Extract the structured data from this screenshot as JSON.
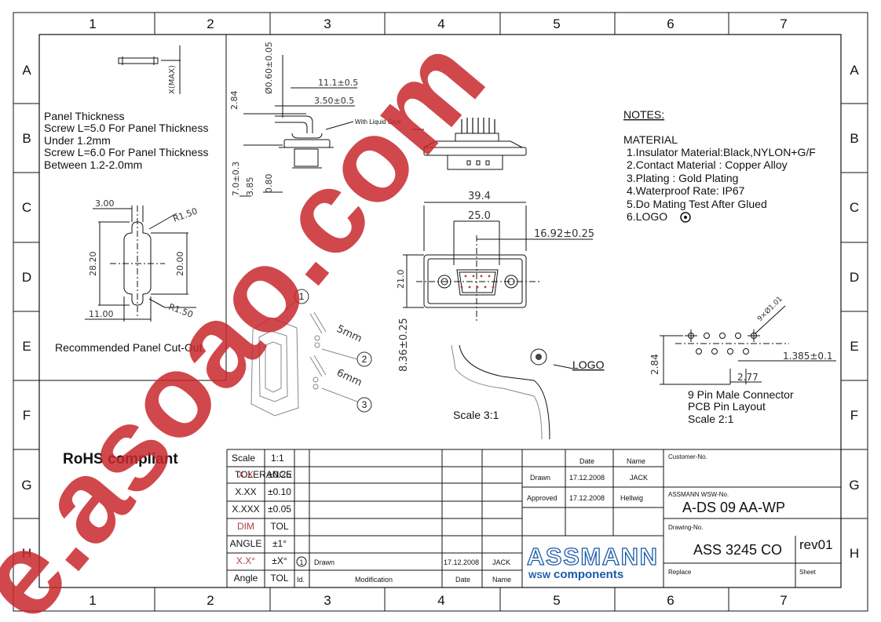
{
  "grid": {
    "columns": [
      "1",
      "2",
      "3",
      "4",
      "5",
      "6",
      "7"
    ],
    "rows": [
      "A",
      "B",
      "C",
      "D",
      "E",
      "F",
      "G",
      "H"
    ]
  },
  "panel_box": {
    "thickness_title": "Panel Thickness",
    "line1": "Screw L=5.0 For Panel Thickness",
    "line2": "Under 1.2mm",
    "line3": "Screw L=6.0 For Panel Thickness",
    "line4": "Between 1.2-2.0mm",
    "x_max": "X(MAX)",
    "cutout_title": "Recommended Panel Cut-Out",
    "dims": {
      "w300": "3.00",
      "r150a": "R1.50",
      "h2820": "28.20",
      "h2000": "20.00",
      "w1100": "11.00",
      "r150b": "R1.50"
    }
  },
  "side_view_dims": {
    "d060": "Ø0.60±0.05",
    "d284": "2.84",
    "d111": "11.1±0.5",
    "d350": "3.50±0.5",
    "d70": "7.0±0.3",
    "d385": "3.85",
    "d080": "0.80",
    "glue": "With Liquid Glue"
  },
  "front_view_dims": {
    "d394": "39.4",
    "d250": "25.0",
    "d1692": "16.92±0.25",
    "d210": "21.0",
    "d836": "8.36±0.25"
  },
  "iso_view": {
    "callout1": "1",
    "callout2": "2",
    "callout3": "3",
    "len5": "5mm",
    "len6": "6mm",
    "logo_label": "LOGO",
    "scale": "Scale 3:1"
  },
  "notes": {
    "title": "NOTES:",
    "material": "MATERIAL",
    "items": [
      "1.Insulator Material:Black,NYLON+G/F",
      "2.Contact  Material : Copper Alloy",
      "3.Plating : Gold Plating",
      "4.Waterproof Rate: IP67",
      "5.Do Mating Test After Glued",
      "6.LOGO"
    ]
  },
  "pin_layout": {
    "holes": "9×Ø1.01",
    "pitch": "1.385±0.1",
    "row_off": "2.77",
    "height": "2.84",
    "caption1": "9 Pin Male Connector",
    "caption2": "PCB     Pin Layout",
    "caption3": "Scale 2:1"
  },
  "rohs": "RoHS compliant",
  "title_block": {
    "scale_label": "Scale",
    "scale_value": "1:1",
    "tolerance": "TOLERANCE",
    "tol_rows": [
      {
        "k": "X.X",
        "v": "±0.25"
      },
      {
        "k": "X.XX",
        "v": "±0.10"
      },
      {
        "k": "X.XXX",
        "v": "±0.05"
      },
      {
        "k": "DIM",
        "v": "TOL"
      },
      {
        "k": "ANGLE",
        "v": "±1°"
      },
      {
        "k": "X.X°",
        "v": "±X°"
      },
      {
        "k": "Angle",
        "v": "TOL"
      }
    ],
    "rev_marker": "1",
    "rev_desc": "Drawn",
    "rev_date": "17.12.2008",
    "rev_name": "JACK",
    "col_id": "Id.",
    "col_mod": "Modification",
    "col_date": "Date",
    "col_name": "Name",
    "hdr_date": "Date",
    "hdr_name": "Name",
    "drawn_label": "Drawn",
    "drawn_date": "17.12.2008",
    "drawn_name": "JACK",
    "approved_label": "Approved",
    "approved_date": "17.12.2008",
    "approved_name": "Hellwig",
    "customer_no": "Customer-No.",
    "wsw_no_label": "ASSMANN WSW-No.",
    "wsw_no": "A-DS 09 AA-WP",
    "drawing_no_label": "Drawing-No.",
    "drawing_no": "ASS 3245 CO",
    "rev": "rev01",
    "replace": "Replace",
    "sheet": "Sheet",
    "logo_main": "ASSMANN",
    "logo_sub_left": "WSW",
    "logo_sub_right": "components"
  },
  "watermark": "e.asoao.com",
  "colors": {
    "line": "#111111",
    "dim": "#444444",
    "watermark": "#c8282d",
    "logo": "#1a5aa8"
  }
}
